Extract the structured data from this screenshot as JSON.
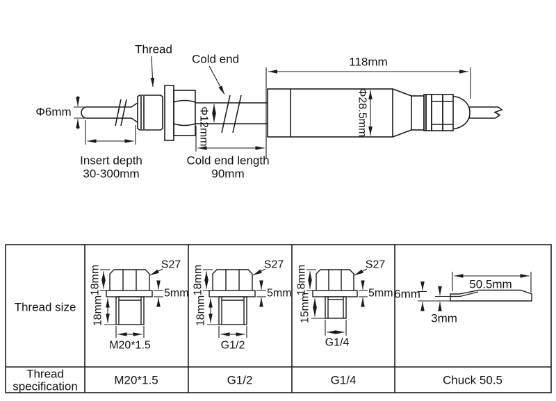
{
  "colors": {
    "line": "#1a1a1a",
    "background": "#ffffff"
  },
  "diagram": {
    "thread_label": "Thread",
    "cold_end_label": "Cold end",
    "body_length": "118mm",
    "probe_diameter": "Φ6mm",
    "cold_end_diameter": "Φ12mm",
    "body_diameter": "Φ28.5mm",
    "insert_depth_line1": "Insert depth",
    "insert_depth_line2": "30-300mm",
    "cold_end_length_line1": "Cold end length",
    "cold_end_length_line2": "90mm"
  },
  "table": {
    "thread_size_header": "Thread size",
    "thread_spec_header_line1": "Thread",
    "thread_spec_header_line2": "specification",
    "fittings": [
      {
        "spec": "M20*1.5",
        "wrench_size": "S27",
        "hex_height": "18mm",
        "stub_height": "18mm",
        "flange_thickness": "5mm",
        "thread_dim": "M20*1.5"
      },
      {
        "spec": "G1/2",
        "wrench_size": "S27",
        "hex_height": "18mm",
        "stub_height": "18mm",
        "flange_thickness": "5mm",
        "thread_dim": "G1/2"
      },
      {
        "spec": "G1/4",
        "wrench_size": "S27",
        "hex_height": "18mm",
        "stub_height": "15mm",
        "flange_thickness": "5mm",
        "thread_dim": "G1/4"
      },
      {
        "spec": "Chuck 50.5",
        "width": "50.5mm",
        "height": "6mm",
        "edge_thickness": "3mm"
      }
    ]
  }
}
